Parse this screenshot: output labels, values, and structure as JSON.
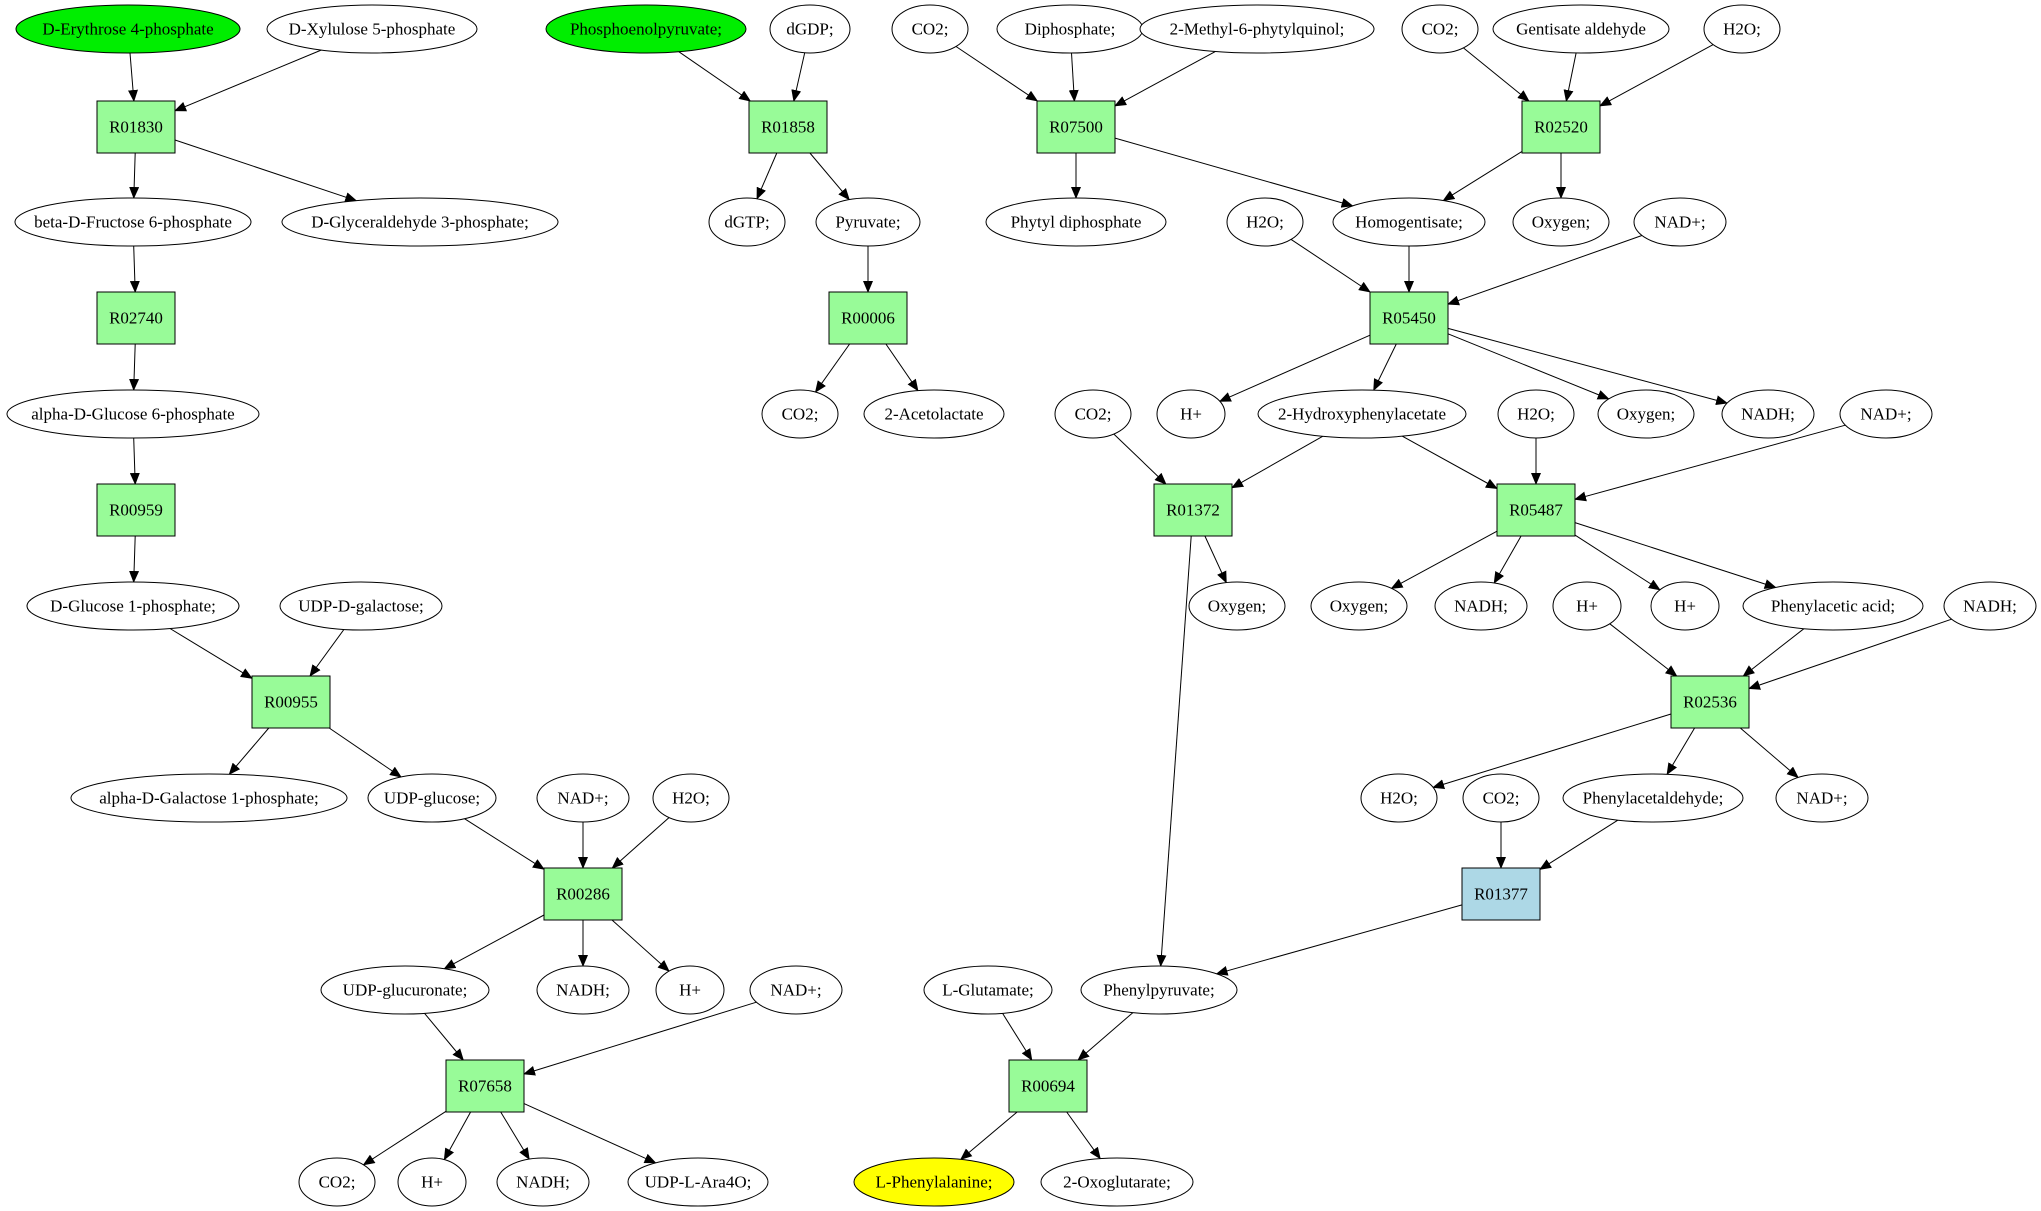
{
  "colors": {
    "reaction": "#98fb98",
    "reaction_alt": "#add8e6",
    "start_compound": "#00ee00",
    "target_compound": "#ffff00",
    "compound": "#ffffff"
  },
  "reactions": [
    {
      "id": "r01830",
      "label": "R01830"
    },
    {
      "id": "r02740",
      "label": "R02740"
    },
    {
      "id": "r00959",
      "label": "R00959"
    },
    {
      "id": "r00955",
      "label": "R00955"
    },
    {
      "id": "r00286",
      "label": "R00286"
    },
    {
      "id": "r07658",
      "label": "R07658"
    },
    {
      "id": "r01858",
      "label": "R01858"
    },
    {
      "id": "r00006",
      "label": "R00006"
    },
    {
      "id": "r07500",
      "label": "R07500"
    },
    {
      "id": "r02520",
      "label": "R02520"
    },
    {
      "id": "r05450",
      "label": "R05450"
    },
    {
      "id": "r01372",
      "label": "R01372"
    },
    {
      "id": "r05487",
      "label": "R05487"
    },
    {
      "id": "r02536",
      "label": "R02536"
    },
    {
      "id": "r01377",
      "label": "R01377",
      "style": "alt"
    },
    {
      "id": "r00694",
      "label": "R00694"
    }
  ],
  "compounds": [
    {
      "id": "c_e4p",
      "label": "D-Erythrose 4-phosphate",
      "style": "start"
    },
    {
      "id": "c_x5p",
      "label": "D-Xylulose 5-phosphate"
    },
    {
      "id": "c_bf6p",
      "label": "beta-D-Fructose 6-phosphate"
    },
    {
      "id": "c_g3p",
      "label": "D-Glyceraldehyde 3-phosphate;"
    },
    {
      "id": "c_ag6p",
      "label": "alpha-D-Glucose 6-phosphate"
    },
    {
      "id": "c_g1p",
      "label": "D-Glucose 1-phosphate;"
    },
    {
      "id": "c_udpgal",
      "label": "UDP-D-galactose;"
    },
    {
      "id": "c_agal1p",
      "label": "alpha-D-Galactose 1-phosphate;"
    },
    {
      "id": "c_udpglc",
      "label": "UDP-glucose;"
    },
    {
      "id": "c_nadp1",
      "label": "NAD+;"
    },
    {
      "id": "c_h2o1",
      "label": "H2O;"
    },
    {
      "id": "c_udpglcu",
      "label": "UDP-glucuronate;"
    },
    {
      "id": "c_nadh1",
      "label": "NADH;"
    },
    {
      "id": "c_hp1",
      "label": "H+"
    },
    {
      "id": "c_nadp2",
      "label": "NAD+;"
    },
    {
      "id": "c_co2_1",
      "label": "CO2;"
    },
    {
      "id": "c_hp2",
      "label": "H+"
    },
    {
      "id": "c_nadh2",
      "label": "NADH;"
    },
    {
      "id": "c_udpara",
      "label": "UDP-L-Ara4O;"
    },
    {
      "id": "c_pep",
      "label": "Phosphoenolpyruvate;",
      "style": "start"
    },
    {
      "id": "c_dgdp",
      "label": "dGDP;"
    },
    {
      "id": "c_dgtp",
      "label": "dGTP;"
    },
    {
      "id": "c_pyr",
      "label": "Pyruvate;"
    },
    {
      "id": "c_co2_2",
      "label": "CO2;"
    },
    {
      "id": "c_acl",
      "label": "2-Acetolactate"
    },
    {
      "id": "c_co2_3",
      "label": "CO2;"
    },
    {
      "id": "c_dip",
      "label": "Diphosphate;"
    },
    {
      "id": "c_mpq",
      "label": "2-Methyl-6-phytylquinol;"
    },
    {
      "id": "c_phydp",
      "label": "Phytyl diphosphate"
    },
    {
      "id": "c_co2_4",
      "label": "CO2;"
    },
    {
      "id": "c_gald",
      "label": "Gentisate aldehyde"
    },
    {
      "id": "c_h2o2",
      "label": "H2O;"
    },
    {
      "id": "c_homog",
      "label": "Homogentisate;"
    },
    {
      "id": "c_oxy1",
      "label": "Oxygen;"
    },
    {
      "id": "c_h2o3",
      "label": "H2O;"
    },
    {
      "id": "c_nadp3",
      "label": "NAD+;"
    },
    {
      "id": "c_co2_5",
      "label": "CO2;"
    },
    {
      "id": "c_hp3",
      "label": "H+"
    },
    {
      "id": "c_hpa",
      "label": "2-Hydroxyphenylacetate"
    },
    {
      "id": "c_h2o4",
      "label": "H2O;"
    },
    {
      "id": "c_oxy2",
      "label": "Oxygen;"
    },
    {
      "id": "c_nadh3",
      "label": "NADH;"
    },
    {
      "id": "c_nadp4",
      "label": "NAD+;"
    },
    {
      "id": "c_oxy3",
      "label": "Oxygen;"
    },
    {
      "id": "c_oxy4",
      "label": "Oxygen;"
    },
    {
      "id": "c_nadh4",
      "label": "NADH;"
    },
    {
      "id": "c_hp4",
      "label": "H+"
    },
    {
      "id": "c_hp5",
      "label": "H+"
    },
    {
      "id": "c_paa",
      "label": "Phenylacetic acid;"
    },
    {
      "id": "c_nadh5",
      "label": "NADH;"
    },
    {
      "id": "c_h2o5",
      "label": "H2O;"
    },
    {
      "id": "c_co2_6",
      "label": "CO2;"
    },
    {
      "id": "c_pacald",
      "label": "Phenylacetaldehyde;"
    },
    {
      "id": "c_nadp5",
      "label": "NAD+;"
    },
    {
      "id": "c_lglu",
      "label": "L-Glutamate;"
    },
    {
      "id": "c_phpyr",
      "label": "Phenylpyruvate;"
    },
    {
      "id": "c_lphe",
      "label": "L-Phenylalanine;",
      "style": "target"
    },
    {
      "id": "c_oxog",
      "label": "2-Oxoglutarate;"
    }
  ],
  "edges": [
    [
      "c_e4p",
      "r01830"
    ],
    [
      "c_x5p",
      "r01830"
    ],
    [
      "r01830",
      "c_bf6p"
    ],
    [
      "r01830",
      "c_g3p"
    ],
    [
      "c_bf6p",
      "r02740"
    ],
    [
      "r02740",
      "c_ag6p"
    ],
    [
      "c_ag6p",
      "r00959"
    ],
    [
      "r00959",
      "c_g1p"
    ],
    [
      "c_g1p",
      "r00955"
    ],
    [
      "c_udpgal",
      "r00955"
    ],
    [
      "r00955",
      "c_agal1p"
    ],
    [
      "r00955",
      "c_udpglc"
    ],
    [
      "c_udpglc",
      "r00286"
    ],
    [
      "c_nadp1",
      "r00286"
    ],
    [
      "c_h2o1",
      "r00286"
    ],
    [
      "r00286",
      "c_udpglcu"
    ],
    [
      "r00286",
      "c_nadh1"
    ],
    [
      "r00286",
      "c_hp1"
    ],
    [
      "c_udpglcu",
      "r07658"
    ],
    [
      "c_nadp2",
      "r07658"
    ],
    [
      "r07658",
      "c_co2_1"
    ],
    [
      "r07658",
      "c_hp2"
    ],
    [
      "r07658",
      "c_nadh2"
    ],
    [
      "r07658",
      "c_udpara"
    ],
    [
      "c_pep",
      "r01858"
    ],
    [
      "c_dgdp",
      "r01858"
    ],
    [
      "r01858",
      "c_dgtp"
    ],
    [
      "r01858",
      "c_pyr"
    ],
    [
      "c_pyr",
      "r00006"
    ],
    [
      "r00006",
      "c_co2_2"
    ],
    [
      "r00006",
      "c_acl"
    ],
    [
      "c_co2_3",
      "r07500"
    ],
    [
      "c_dip",
      "r07500"
    ],
    [
      "c_mpq",
      "r07500"
    ],
    [
      "r07500",
      "c_phydp"
    ],
    [
      "r07500",
      "c_homog"
    ],
    [
      "c_co2_4",
      "r02520"
    ],
    [
      "c_gald",
      "r02520"
    ],
    [
      "c_h2o2",
      "r02520"
    ],
    [
      "r02520",
      "c_homog"
    ],
    [
      "r02520",
      "c_oxy1"
    ],
    [
      "c_h2o3",
      "r05450"
    ],
    [
      "c_homog",
      "r05450"
    ],
    [
      "c_nadp3",
      "r05450"
    ],
    [
      "r05450",
      "c_hp3"
    ],
    [
      "r05450",
      "c_hpa"
    ],
    [
      "r05450",
      "c_oxy2"
    ],
    [
      "r05450",
      "c_nadh3"
    ],
    [
      "c_co2_5",
      "r01372"
    ],
    [
      "c_hpa",
      "r01372"
    ],
    [
      "r01372",
      "c_oxy3"
    ],
    [
      "r01372",
      "c_phpyr"
    ],
    [
      "c_hpa",
      "r05487"
    ],
    [
      "c_h2o4",
      "r05487"
    ],
    [
      "c_nadp4",
      "r05487"
    ],
    [
      "r05487",
      "c_oxy4"
    ],
    [
      "r05487",
      "c_nadh4"
    ],
    [
      "r05487",
      "c_hp5"
    ],
    [
      "r05487",
      "c_paa"
    ],
    [
      "c_hp4",
      "r02536"
    ],
    [
      "c_paa",
      "r02536"
    ],
    [
      "c_nadh5",
      "r02536"
    ],
    [
      "r02536",
      "c_h2o5"
    ],
    [
      "r02536",
      "c_pacald"
    ],
    [
      "r02536",
      "c_nadp5"
    ],
    [
      "c_co2_6",
      "r01377"
    ],
    [
      "c_pacald",
      "r01377"
    ],
    [
      "r01377",
      "c_phpyr"
    ],
    [
      "c_lglu",
      "r00694"
    ],
    [
      "c_phpyr",
      "r00694"
    ],
    [
      "r00694",
      "c_lphe"
    ],
    [
      "r00694",
      "c_oxog"
    ]
  ]
}
